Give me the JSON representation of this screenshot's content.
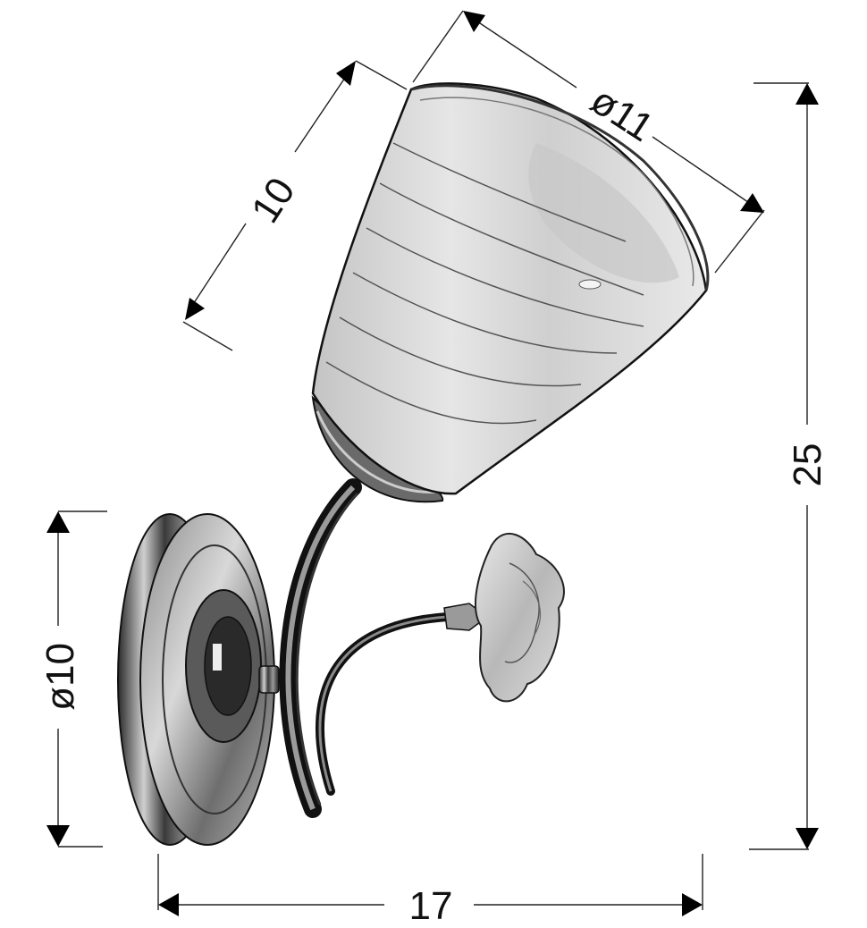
{
  "drawing": {
    "subject": "wall lamp with glass shade and rose ornament",
    "units": "cm",
    "colors": {
      "background": "#ffffff",
      "lines": "#222222",
      "chrome_dark": "#1a1a1a",
      "chrome_mid": "#7a7a7a",
      "glass": "#d4d4d4",
      "glass_light": "#ececec"
    }
  },
  "dimensions": {
    "shade_length": "10",
    "shade_diameter": "ø11",
    "total_height": "25",
    "base_diameter": "ø10",
    "total_depth": "17"
  }
}
